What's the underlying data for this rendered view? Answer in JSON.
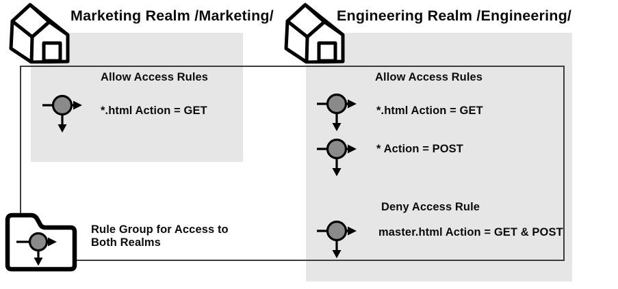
{
  "colors": {
    "region_fill": "#e6e6e6",
    "boundary_stroke": "#3c3c3c",
    "icon_circle_fill": "#8a8a8a",
    "icon_line": "#000000",
    "text": "#0b0b0b"
  },
  "icons": {
    "house": "house-icon",
    "access_rule": "access-rule-icon",
    "rule_group": "folder-rule-group-icon"
  },
  "marketing_realm": {
    "title": "Marketing Realm /Marketing/",
    "allow_heading": "Allow Access Rules",
    "allow_rules": [
      "*.html Action = GET"
    ]
  },
  "engineering_realm": {
    "title": "Engineering Realm /Engineering/",
    "allow_heading": "Allow Access Rules",
    "allow_rules": [
      "*.html Action = GET",
      "* Action = POST"
    ],
    "deny_heading": "Deny Access Rule",
    "deny_rules": [
      "master.html Action = GET & POST"
    ]
  },
  "rule_group": {
    "label_line1": "Rule Group for Access to",
    "label_line2": "Both Realms"
  }
}
